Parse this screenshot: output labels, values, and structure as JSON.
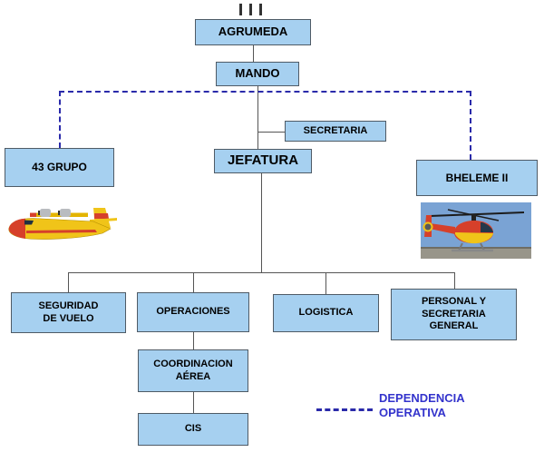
{
  "nodes": {
    "agrumeda": "AGRUMEDA",
    "mando": "MANDO",
    "secretaria": "SECRETARIA",
    "jefatura": "JEFATURA",
    "grupo_43": "43 GRUPO",
    "bheleme_ii": "BHELEME II",
    "seguridad_de_vuelo": "SEGURIDAD\nDE VUELO",
    "operaciones": "OPERACIONES",
    "logistica": "LOGISTICA",
    "personal_y_secretaria_general": "PERSONAL Y\nSECRETARIA\nGENERAL",
    "coordinacion_aerea": "COORDINACION\nAÉREA",
    "cis": "CIS"
  },
  "legend": {
    "dependencia_operativa": "DEPENDENCIA\nOPERATIVA"
  },
  "images": {
    "seaplane": "yellow-red-seaplane-photo",
    "helicopter": "red-yellow-rescue-helicopter-photo"
  },
  "colors": {
    "box_fill": "#a6d0f0",
    "box_border": "#4f5b66",
    "connector": "#555555",
    "dashed_dependency": "#2a2aaa",
    "legend_text": "#3333cc",
    "background": "#ffffff"
  }
}
